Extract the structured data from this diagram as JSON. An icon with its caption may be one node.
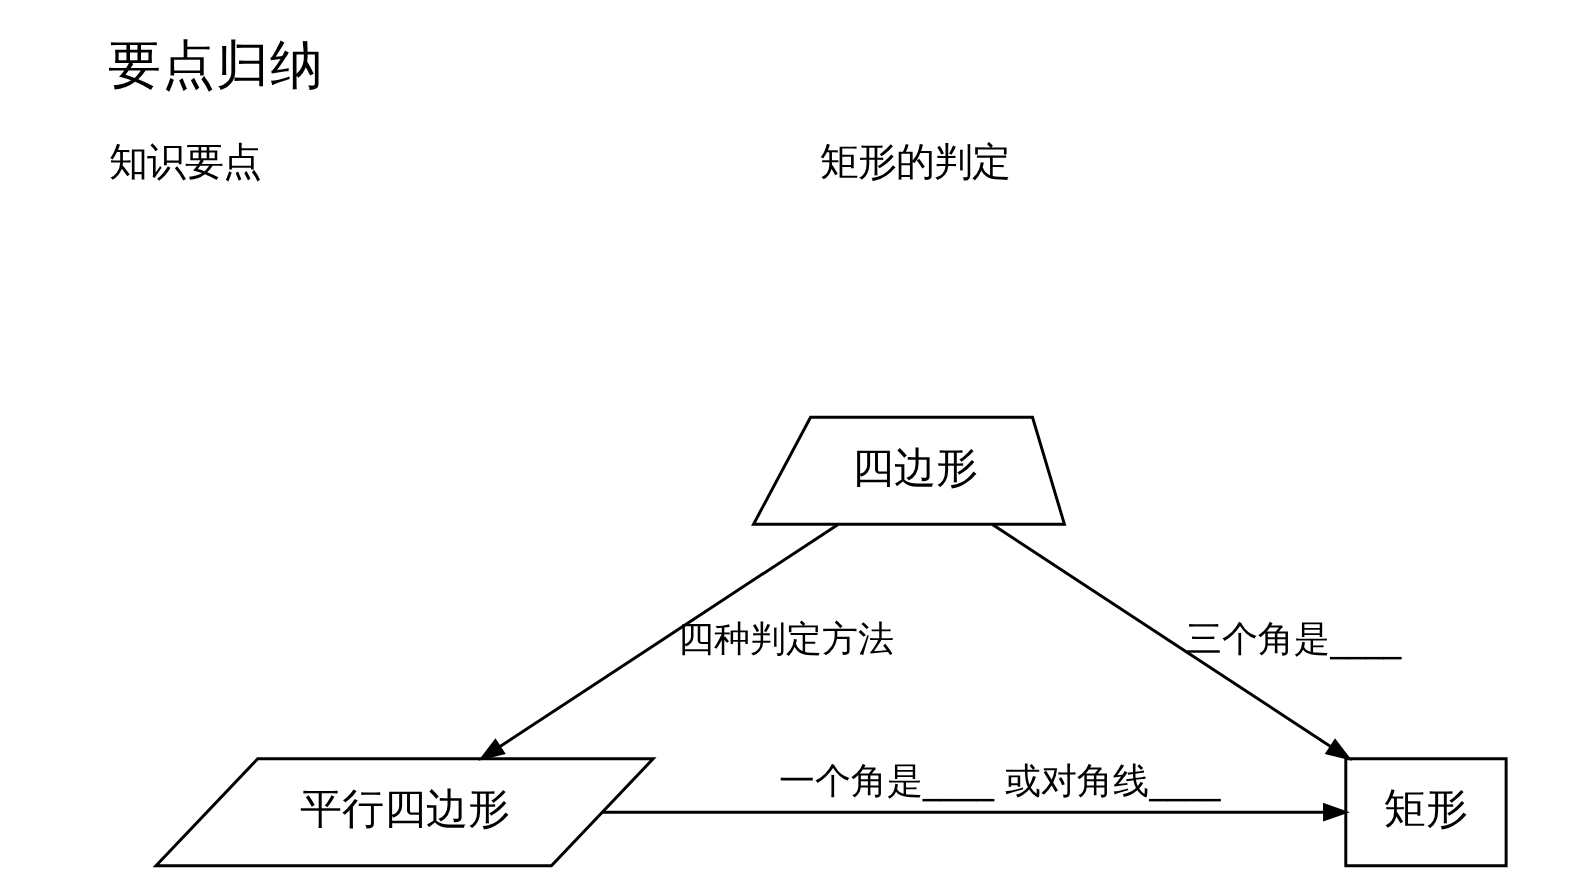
{
  "diagram": {
    "title": "要点归纳",
    "nodes": [
      {
        "text": [
          "四边形"
        ]
      },
      {
        "text": [
          "平行四边形"
        ]
      },
      {
        "text": [
          "矩形"
        ]
      }
    ],
    "edges": [
      {
        "from": 0,
        "to": 1,
        "arrow": "to",
        "label": "四种判定方法"
      },
      {
        "from": 0,
        "to": 2,
        "arrow": "to",
        "label": "三个角是____"
      },
      {
        "from": 1,
        "to": 2,
        "arrow": "to",
        "label": "一个角是____ 或对角线____"
      }
    ],
    "labels": [
      "知识要点",
      "矩形的判定"
    ]
  }
}
